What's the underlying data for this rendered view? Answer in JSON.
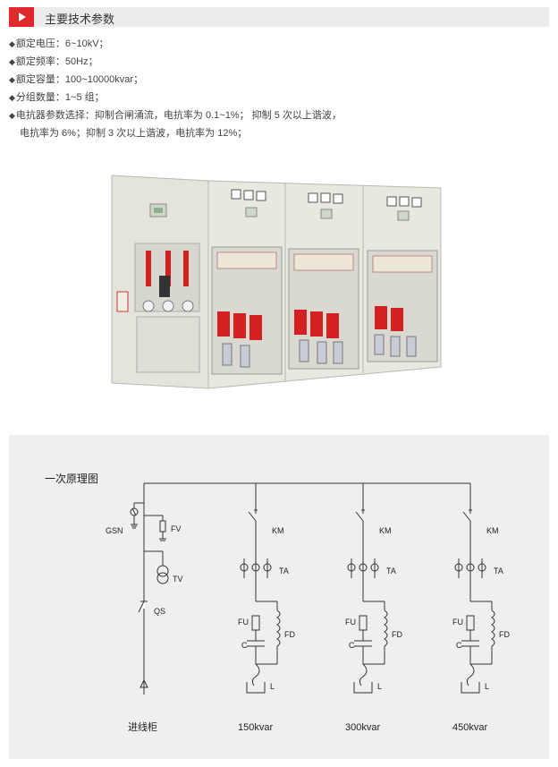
{
  "header": {
    "title": "主要技术参数"
  },
  "params": [
    {
      "text": "额定电压：6~10kV；"
    },
    {
      "text": "额定频率：50Hz；"
    },
    {
      "text": "额定容量：100~10000kvar；"
    },
    {
      "text": "分组数量：1~5 组；"
    },
    {
      "text": "电抗器参数选择：抑制合闸涌流，电抗率为 0.1~1%；  抑制 5 次以上谐波，",
      "cont": "电抗率为 6%；抑制 3 次以上谐波，电抗率为 12%；"
    }
  ],
  "diagram": {
    "title": "一次原理图",
    "incoming": {
      "gsn": "GSN",
      "fv": "FV",
      "tv": "TV",
      "qs": "QS",
      "caption": "进线柜"
    },
    "branch_labels": {
      "km": "KM",
      "ta": "TA",
      "fu": "FU",
      "c": "C",
      "fd": "FD",
      "l": "L"
    },
    "branches": [
      {
        "caption": "150kvar"
      },
      {
        "caption": "300kvar"
      },
      {
        "caption": "450kvar"
      }
    ]
  },
  "colors": {
    "accent": "#e0282d",
    "panel_bg": "#efefef",
    "cabinet": "#e6e6df",
    "red_component": "#d32020"
  }
}
